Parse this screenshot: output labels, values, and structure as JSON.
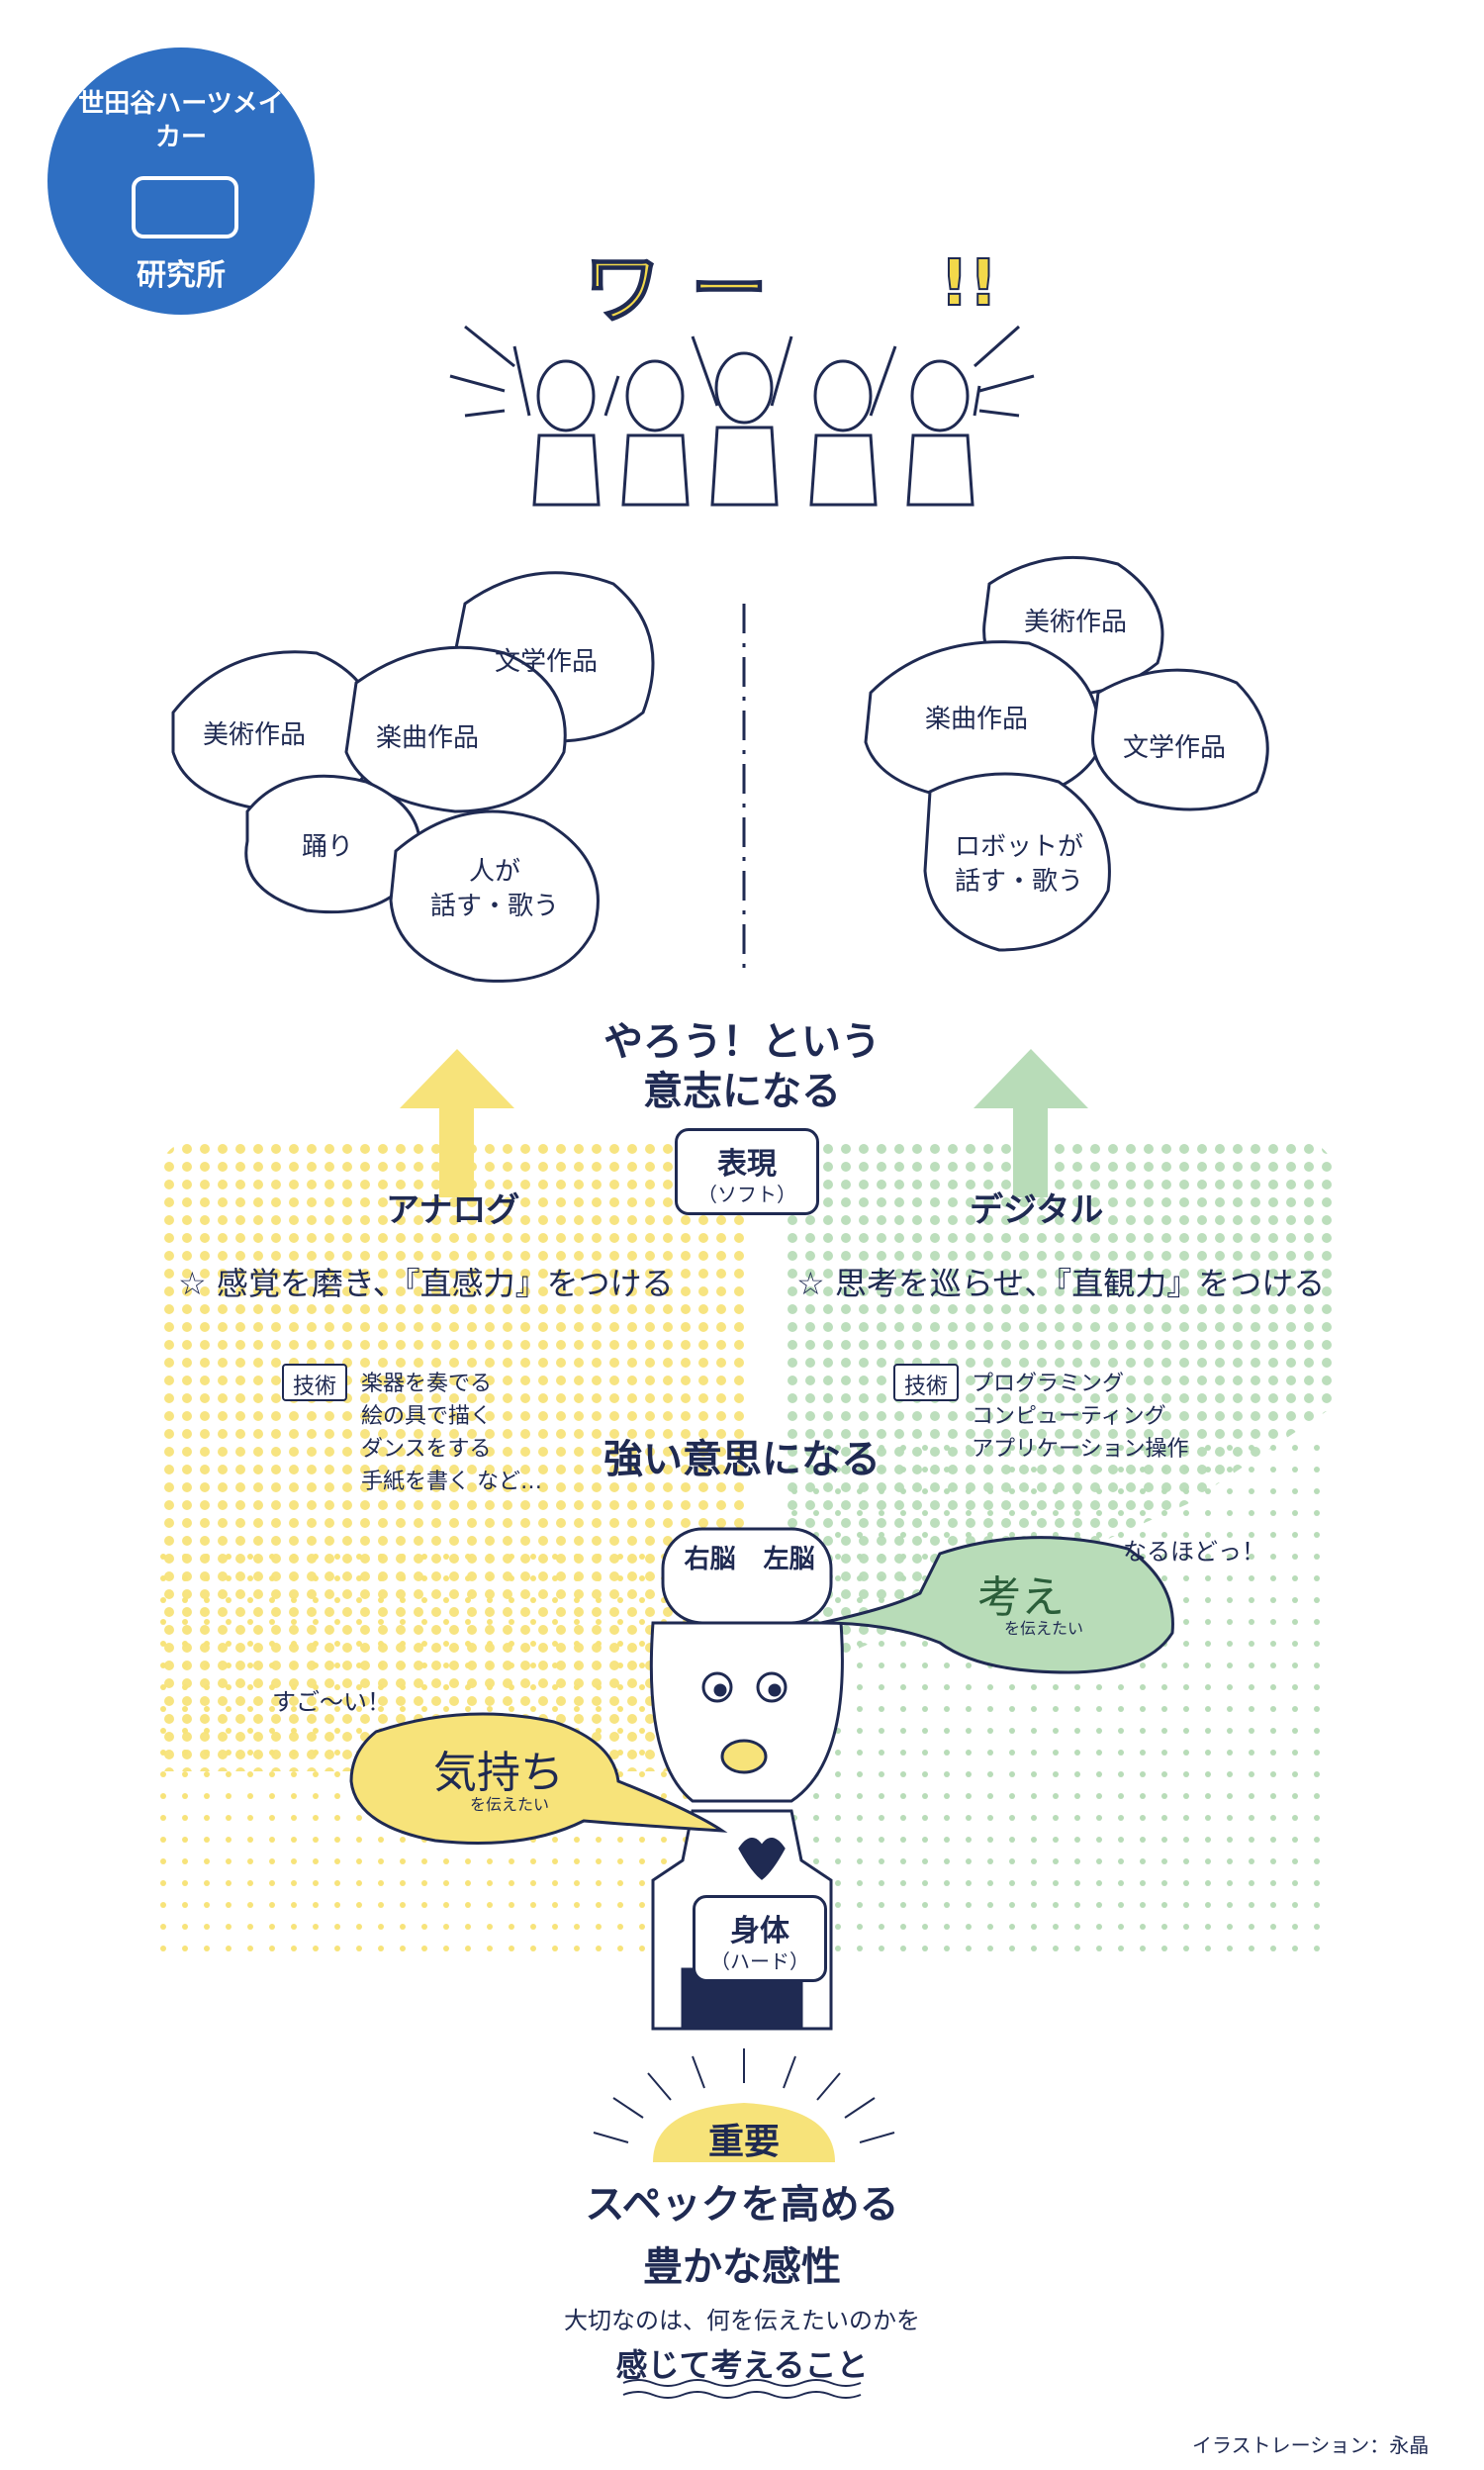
{
  "logo": {
    "line1": "世田谷ハーツメイカー",
    "line2": "研究所"
  },
  "crowd": {
    "cheer": "ワー",
    "exclaim": "!!"
  },
  "analog_bubbles": {
    "art": "美術作品",
    "music": "楽曲作品",
    "literature": "文学作品",
    "dance": "踊り",
    "singing_line1": "人が",
    "singing_line2": "話す・歌う"
  },
  "digital_bubbles": {
    "art": "美術作品",
    "music": "楽曲作品",
    "literature": "文学作品",
    "robot_line1": "ロボットが",
    "robot_line2": "話す・歌う"
  },
  "will": {
    "line1": "やろう！という",
    "line2": "意志になる"
  },
  "expression": {
    "title": "表現",
    "sub": "（ソフト）"
  },
  "analog": {
    "title": "アナログ",
    "tagline": "☆ 感覚を磨き、『直感力』をつける",
    "tech_label": "技術",
    "tech_items": [
      "楽器を奏でる",
      "絵の具で描く",
      "ダンスをする",
      "手紙を書く など…"
    ]
  },
  "digital": {
    "title": "デジタル",
    "tagline": "☆ 思考を巡らせ、『直観力』をつける",
    "tech_label": "技術",
    "tech_items": [
      "プログラミング",
      "コンピューティング",
      "アプリケーション操作"
    ]
  },
  "strong_will": "強い意思になる",
  "brain": {
    "right": "右脳",
    "left": "左脳"
  },
  "reactions": {
    "right": "なるほどっ！",
    "left": "すご〜い！"
  },
  "thought": {
    "main": "考え",
    "sub": "を伝えたい"
  },
  "feeling": {
    "main": "気持ち",
    "sub": "を伝えたい"
  },
  "body_box": {
    "title": "身体",
    "sub": "（ハード）"
  },
  "conclusion": {
    "important": "重要",
    "line1": "スペックを高める",
    "line2": "豊かな感性",
    "line3": "大切なのは、何を伝えたいのかを",
    "line4": "感じて考えること"
  },
  "credit": "イラストレーション：永晶",
  "colors": {
    "ink": "#1f2a52",
    "yellow": "#f7e37a",
    "green": "#b8dcb8",
    "logo_blue": "#2f6fc2"
  }
}
